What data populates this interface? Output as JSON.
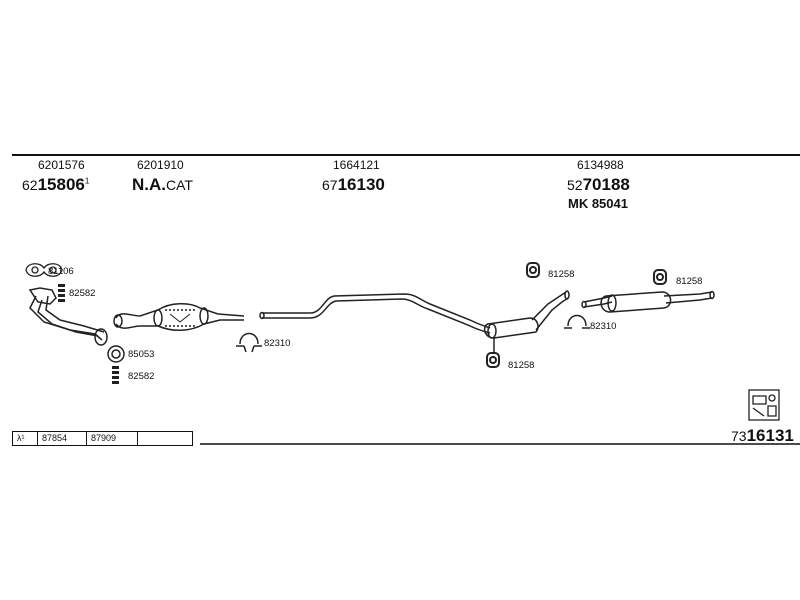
{
  "header_parts": {
    "part1": {
      "top": "6201576",
      "pre": "62",
      "main": "15806",
      "suffix": "1"
    },
    "part2": {
      "top": "6201910",
      "main": "N.A.",
      "tail": "CAT"
    },
    "part3": {
      "top": "1664121",
      "pre": "67",
      "main": "16130"
    },
    "part4": {
      "top": "6134988",
      "pre": "52",
      "main": "70188",
      "extra": "MK  85041"
    }
  },
  "labels": {
    "clamp_81106": "81106",
    "bolt_82582_top": "82582",
    "ring_85053": "85053",
    "bolt_82582_bottom": "82582",
    "clamp_82310_left": "82310",
    "hanger_81258_left": "81258",
    "hanger_81258_mid": "81258",
    "hanger_81258_right": "81258",
    "clamp_82310_right": "82310"
  },
  "ref_table": [
    "λ¹",
    "87854",
    "87909",
    ""
  ],
  "footer": {
    "pre": "73",
    "main": "16131"
  }
}
